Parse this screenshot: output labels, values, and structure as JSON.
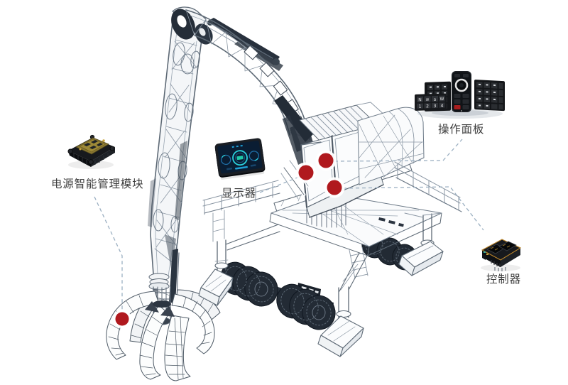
{
  "diagram": {
    "title_context": "material-handler component callout diagram",
    "background": "#ffffff"
  },
  "labels": {
    "power_module": "电源智能管理模块",
    "display": "显示器",
    "control_panel": "操作面板",
    "controller": "控制器"
  },
  "colors": {
    "accent_red": "#b0191e",
    "dash_line": "#9cb0c2",
    "wire_main": "#5d6975",
    "wire_light": "#8b97a4",
    "wire_dark": "#2b3440",
    "pcb_gold": "#9b8539",
    "screen_navy": "#0a1d33",
    "screen_teal": "#2ad0dc",
    "trim_orange": "#b9832a",
    "label_text": "#3e3e3e"
  },
  "hotspots": [
    {
      "id": "display-position",
      "links_to": "显示器"
    },
    {
      "id": "panel-position",
      "links_to": "操作面板"
    },
    {
      "id": "controller-position",
      "links_to": "控制器"
    },
    {
      "id": "power-module-position",
      "links_to": "电源智能管理模块"
    }
  ]
}
